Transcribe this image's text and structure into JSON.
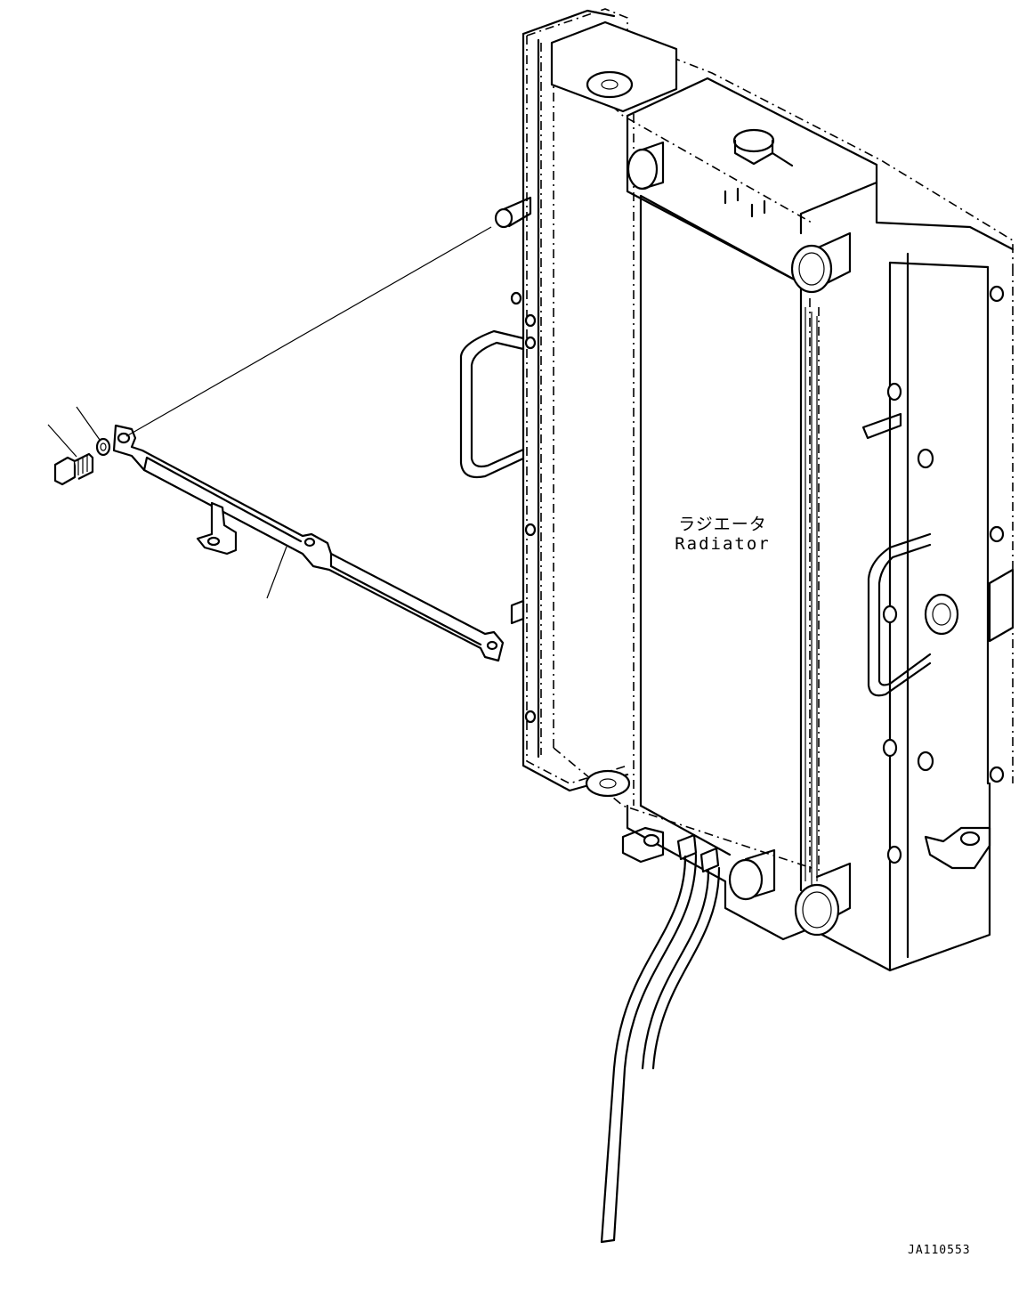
{
  "labels": {
    "radiator_jp": "ラジエータ",
    "radiator_en": "Radiator",
    "drawing_code": "JA110553"
  },
  "colors": {
    "line": "#000000",
    "background": "#ffffff"
  }
}
